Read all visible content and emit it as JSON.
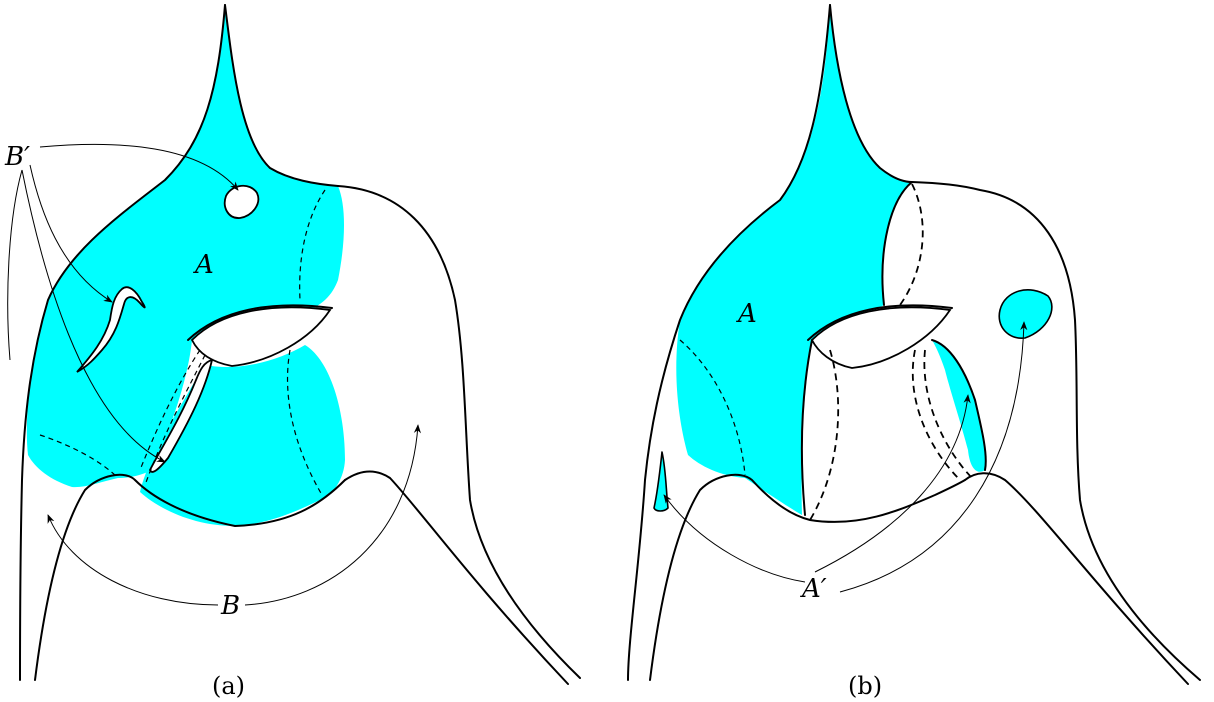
{
  "colors": {
    "region": "#00ffff",
    "stroke": "#000000",
    "background": "#ffffff"
  },
  "panel_a": {
    "caption": "(a)",
    "label_A": "A",
    "label_B": "B",
    "label_B_prime": "B′"
  },
  "panel_b": {
    "caption": "(b)",
    "label_A": "A",
    "label_A_prime": "A′"
  }
}
